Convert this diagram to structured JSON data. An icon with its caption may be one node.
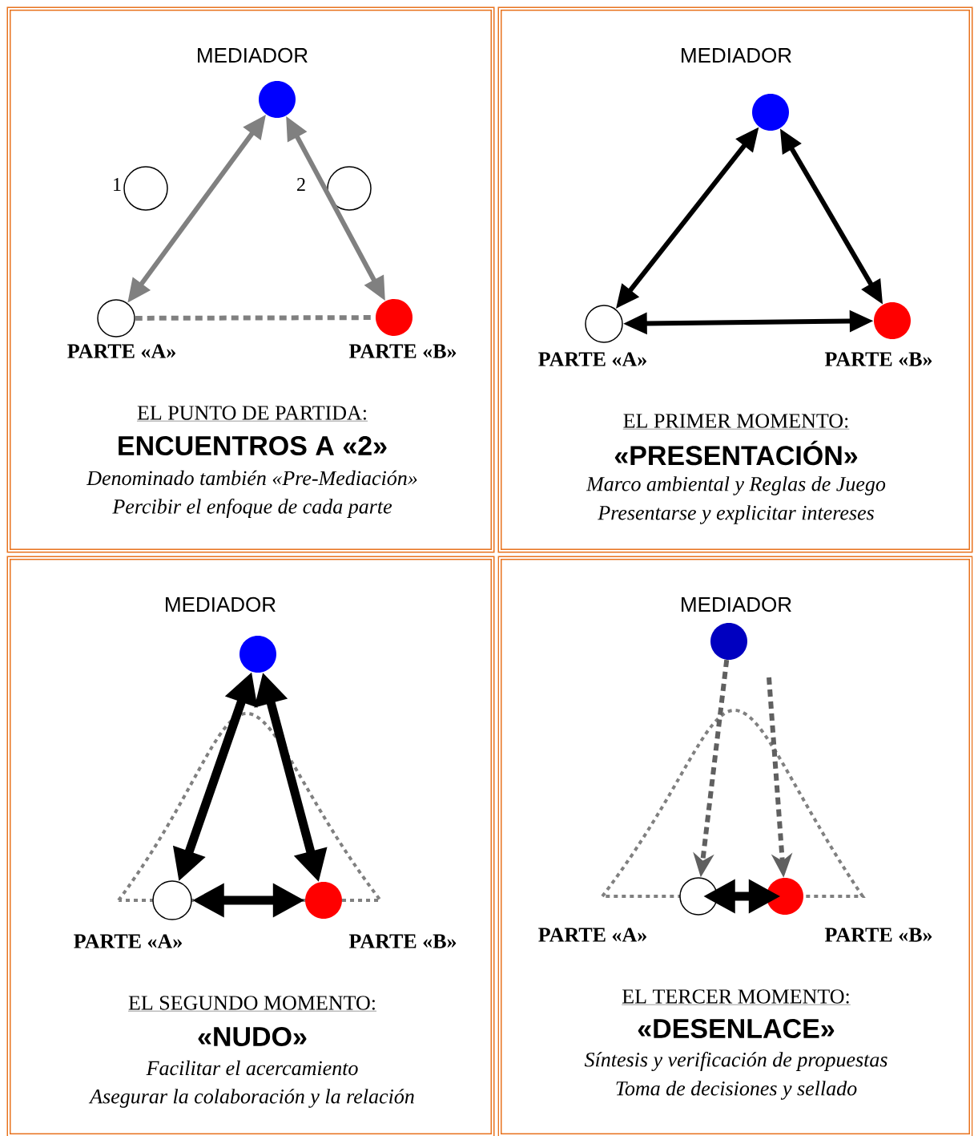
{
  "diagram": {
    "nodes": [
      {
        "text": [
          "EL PUNTO DE PARTIDA:",
          "ENCUENTROS A «2»",
          "Denominado también «Pre-Mediación»",
          "Percibir el enfoque de cada parte"
        ]
      },
      {
        "text": [],
        "shape": "circle",
        "in": 0,
        "beside": [
          "MEDIADOR"
        ]
      },
      {
        "text": [],
        "shape": "circle",
        "in": 0,
        "beside": [
          "PARTE «A»"
        ]
      },
      {
        "text": [],
        "shape": "circle",
        "in": 0,
        "beside": [
          "PARTE «B»"
        ]
      },
      {
        "text": [],
        "shape": "circle",
        "in": 0,
        "beside": [
          "1"
        ]
      },
      {
        "text": [],
        "shape": "circle",
        "in": 0,
        "beside": [
          "2"
        ]
      },
      {
        "text": [
          "EL PRIMER MOMENTO:",
          "«PRESENTACIÓN»",
          "Marco ambiental y Reglas de Juego",
          "Presentarse y explicitar intereses"
        ]
      },
      {
        "text": [],
        "shape": "circle",
        "in": 6,
        "beside": [
          "MEDIADOR"
        ]
      },
      {
        "text": [],
        "shape": "circle",
        "in": 6,
        "beside": [
          "PARTE «A»"
        ]
      },
      {
        "text": [],
        "shape": "circle",
        "in": 6,
        "beside": [
          "PARTE «B»"
        ]
      },
      {
        "text": [
          "EL SEGUNDO MOMENTO:",
          "«NUDO»",
          "Facilitar el acercamiento",
          "Asegurar la colaboración y la relación"
        ]
      },
      {
        "text": [],
        "shape": "circle",
        "in": 10,
        "beside": [
          "MEDIADOR"
        ]
      },
      {
        "text": [],
        "shape": "circle",
        "in": 10,
        "beside": [
          "PARTE «A»"
        ]
      },
      {
        "text": [],
        "shape": "circle",
        "in": 10,
        "beside": [
          "PARTE «B»"
        ]
      },
      {
        "text": [
          "EL TERCER MOMENTO:",
          "«DESENLACE»",
          "Síntesis y verificación de propuestas",
          "Toma de decisiones y sellado"
        ]
      },
      {
        "text": [],
        "shape": "circle",
        "in": 14,
        "beside": [
          "MEDIADOR"
        ]
      },
      {
        "text": [],
        "shape": "circle",
        "in": 14,
        "beside": [
          "PARTE «A»"
        ]
      },
      {
        "text": [],
        "shape": "circle",
        "in": 14,
        "beside": [
          "PARTE «B»"
        ]
      }
    ],
    "edges": [
      {
        "from": 1,
        "to": 2,
        "arrow": "both",
        "color": "#808080"
      },
      {
        "from": 1,
        "to": 3,
        "arrow": "both",
        "color": "#808080"
      },
      {
        "from": 2,
        "to": 3,
        "arrow": "none",
        "style": "dashed",
        "color": "#808080"
      },
      {
        "from": 7,
        "to": 8,
        "arrow": "both"
      },
      {
        "from": 7,
        "to": 9,
        "arrow": "both"
      },
      {
        "from": 8,
        "to": 9,
        "arrow": "both"
      },
      {
        "from": 11,
        "to": 12,
        "arrow": "both",
        "style": "thick"
      },
      {
        "from": 11,
        "to": 13,
        "arrow": "both",
        "style": "thick"
      },
      {
        "from": 12,
        "to": 13,
        "arrow": "both",
        "style": "thick"
      },
      {
        "from": 15,
        "to": 16,
        "arrow": "to",
        "style": "dashed",
        "color": "#606060"
      },
      {
        "from": null,
        "to": 17,
        "arrow": "to",
        "style": "dashed",
        "color": "#606060"
      },
      {
        "from": 16,
        "to": 17,
        "arrow": "both",
        "style": "thick"
      }
    ]
  }
}
